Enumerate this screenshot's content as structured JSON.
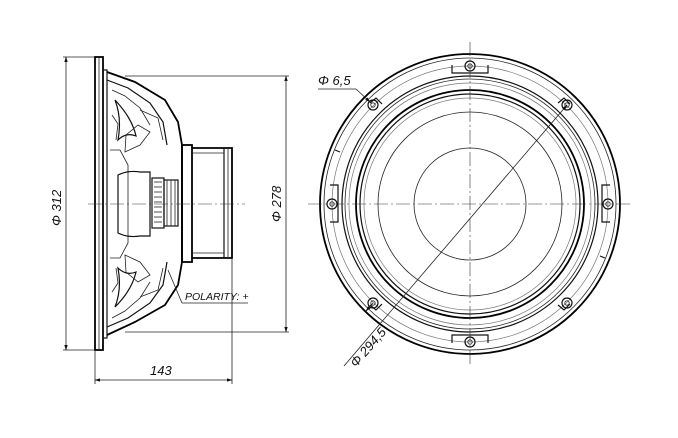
{
  "dimensions": {
    "frame_diameter": "Φ 312",
    "magnet_diameter": "Φ 278",
    "depth": "143",
    "mount_hole": "Φ 6,5",
    "bolt_circle": "Φ 294,5"
  },
  "labels": {
    "polarity": "POLARITY: +"
  }
}
